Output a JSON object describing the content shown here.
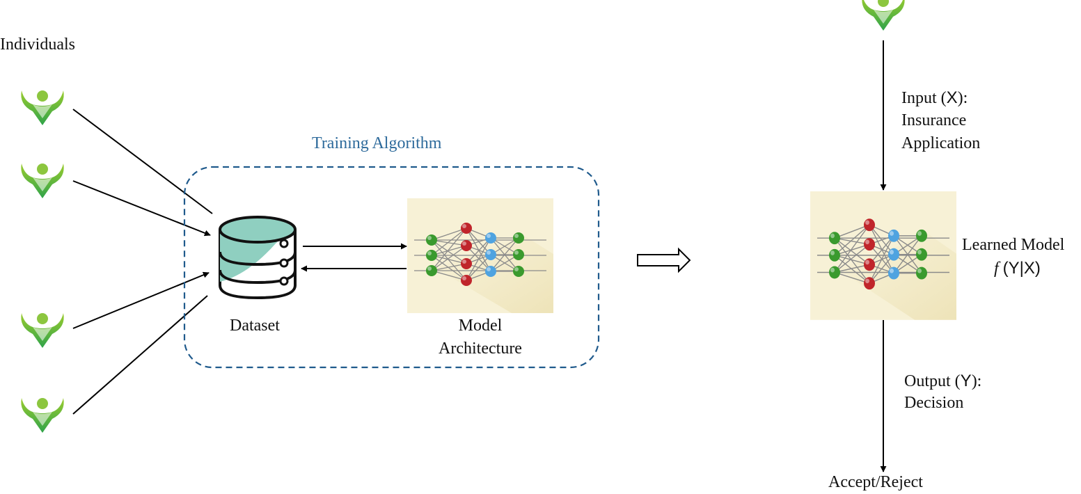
{
  "labels": {
    "individuals": "Individuals",
    "training_algorithm": "Training Algorithm",
    "dataset": "Dataset",
    "model": "Model",
    "architecture": "Architecture",
    "input_prefix": "Input (",
    "input_var": "X",
    "input_suffix": "):",
    "insurance": "Insurance",
    "application": "Application",
    "learned_model": "Learned Model",
    "f_symbol": "f",
    "f_args": "(Y|X)",
    "output_prefix": "Output (",
    "output_var": "Y",
    "output_suffix": "):",
    "decision": "Decision",
    "accept_reject": "Accept/Reject"
  },
  "colors": {
    "dashed_border": "#1f5a8c",
    "title_blue": "#2d6a9b",
    "person_green": "#7cbf2f",
    "person_green_dark": "#2fa34a",
    "nn_background": "#f7f1d6",
    "node_green": "#3a9a2e",
    "node_red": "#c0252b",
    "node_blue": "#4fa3e0",
    "db_fill": "#8fcfc0"
  },
  "icons": {
    "person": "person-icon",
    "database": "database-icon",
    "neural_net": "neural-network-icon",
    "hollow_arrow": "hollow-right-arrow-icon"
  }
}
